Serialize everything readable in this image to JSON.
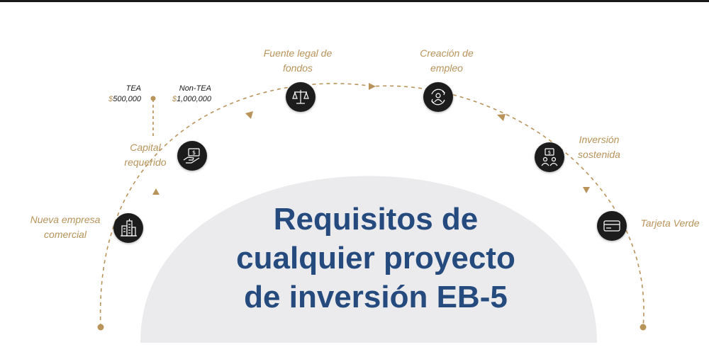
{
  "title": {
    "line1": "Requisitos de",
    "line2": "cualquier proyecto",
    "line3": "de inversión EB-5"
  },
  "capital_options": [
    {
      "label": "TEA",
      "currency": "$",
      "amount": "500,000"
    },
    {
      "label": "Non-TEA",
      "currency": "$",
      "amount": "1,000,000"
    }
  ],
  "steps": [
    {
      "line1": "Nueva empresa",
      "line2": "comercial",
      "icon": "buildings-icon"
    },
    {
      "line1": "Capital",
      "line2": "requerido",
      "icon": "money-hand-icon"
    },
    {
      "line1": "Fuente legal de",
      "line2": "fondos",
      "icon": "scales-icon"
    },
    {
      "line1": "Creación de",
      "line2": "empleo",
      "icon": "employee-cycle-icon"
    },
    {
      "line1": "Inversión",
      "line2": "sostenida",
      "icon": "investment-people-icon"
    },
    {
      "line1": "Tarjeta Verde",
      "icon": "card-icon"
    }
  ],
  "colors": {
    "accent_gold": "#b8935a",
    "title_blue": "#254a7e",
    "dome_gray": "#ebebed",
    "icon_bg": "#1c1c1c"
  }
}
